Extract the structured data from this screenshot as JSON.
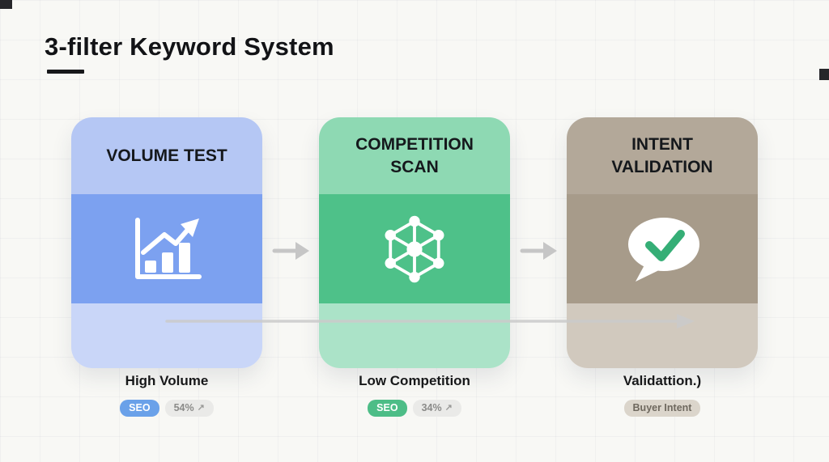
{
  "page": {
    "title": "3-filter Keyword System",
    "background_color": "#f8f8f5"
  },
  "cards": [
    {
      "title": "VOLUME TEST",
      "caption": "High Volume",
      "icon": "bar-chart-trend-icon",
      "colors": {
        "header": "#b5c7f4",
        "icon_band": "#7ca1f0",
        "footer": "#c9d6f8"
      },
      "badges": {
        "primary": {
          "label": "SEO",
          "color": "#6aa1e9"
        },
        "secondary": {
          "label": "54%",
          "arrow": "↗"
        }
      }
    },
    {
      "title": "COMPETITION SCAN",
      "caption": "Low Competition",
      "icon": "network-nodes-icon",
      "colors": {
        "header": "#8ed9b3",
        "icon_band": "#4ec189",
        "footer": "#abe3c8"
      },
      "badges": {
        "primary": {
          "label": "SEO",
          "color": "#4dbd87"
        },
        "secondary": {
          "label": "34%",
          "arrow": "↗"
        }
      }
    },
    {
      "title": "INTENT VALIDATION",
      "caption": "Validattion.)",
      "icon": "speech-bubble-check-icon",
      "colors": {
        "header": "#b3a899",
        "icon_band": "#a79b8a",
        "footer": "#d1c9be"
      },
      "badges": {
        "single": {
          "label": "Buyer Intent",
          "color": "#dbd5cb"
        }
      }
    }
  ],
  "connectors": {
    "arrow_color": "#c6c6c6",
    "line_color": "#cbcbcb"
  },
  "checkmark_color": "#35ae76"
}
